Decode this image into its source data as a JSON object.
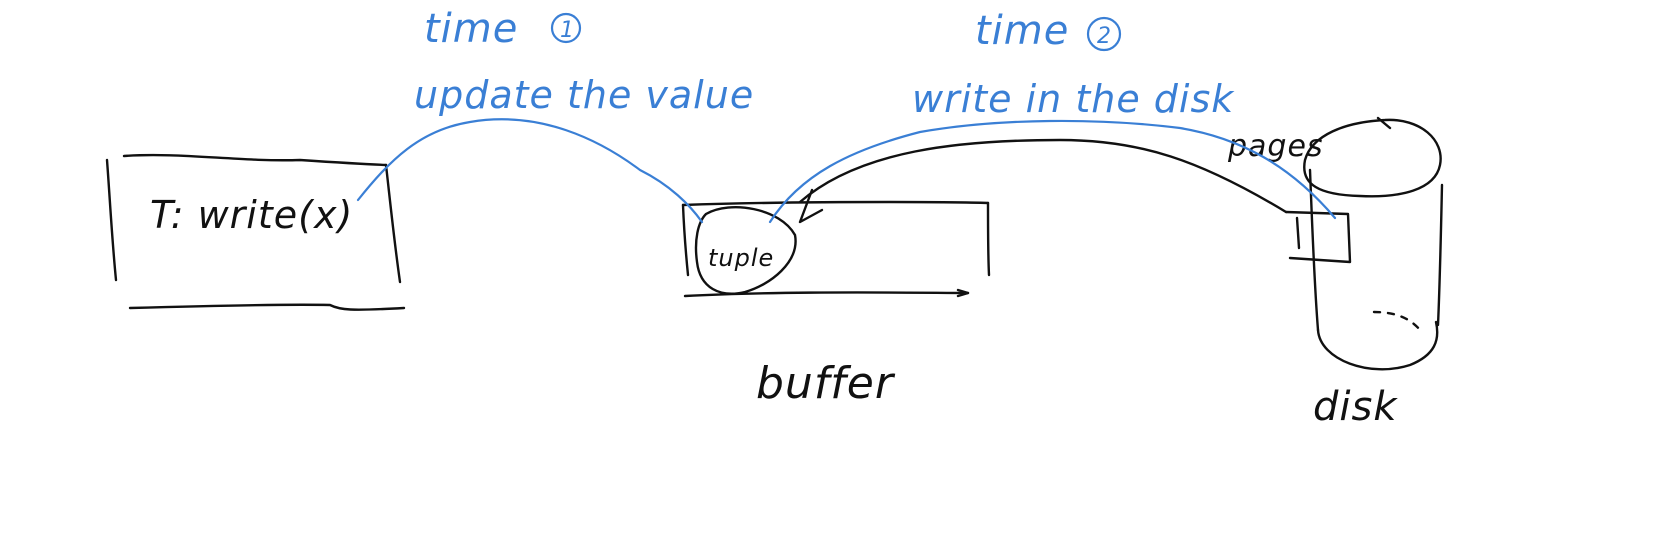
{
  "labels": {
    "transaction": "T: write(x)",
    "tuple": "tuple",
    "buffer": "buffer",
    "disk": "disk",
    "pages": "pages",
    "time1": "time",
    "time1_num": "1",
    "time1_caption": "update the value",
    "time2": "time",
    "time2_num": "2",
    "time2_caption": "write in the disk"
  },
  "colors": {
    "ink": "#111111",
    "annotation": "#3a7fd5",
    "background": "#ffffff"
  }
}
